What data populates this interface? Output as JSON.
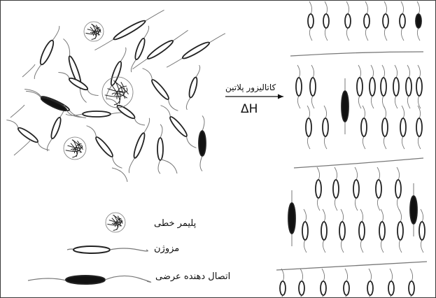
{
  "reaction": {
    "catalyst_label": "کاتالیزور پلاتین",
    "heat_label": "ΔH"
  },
  "legend": {
    "items": [
      {
        "key": "polymer",
        "label": "پلیمر خطی"
      },
      {
        "key": "mesogen",
        "label": "مزوژن"
      },
      {
        "key": "crosslinker",
        "label": "اتصال دهنده عرضی"
      }
    ]
  },
  "colors": {
    "stroke": "#222222",
    "fill_dark": "#111111",
    "background": "#ffffff",
    "chain": "#777777"
  }
}
